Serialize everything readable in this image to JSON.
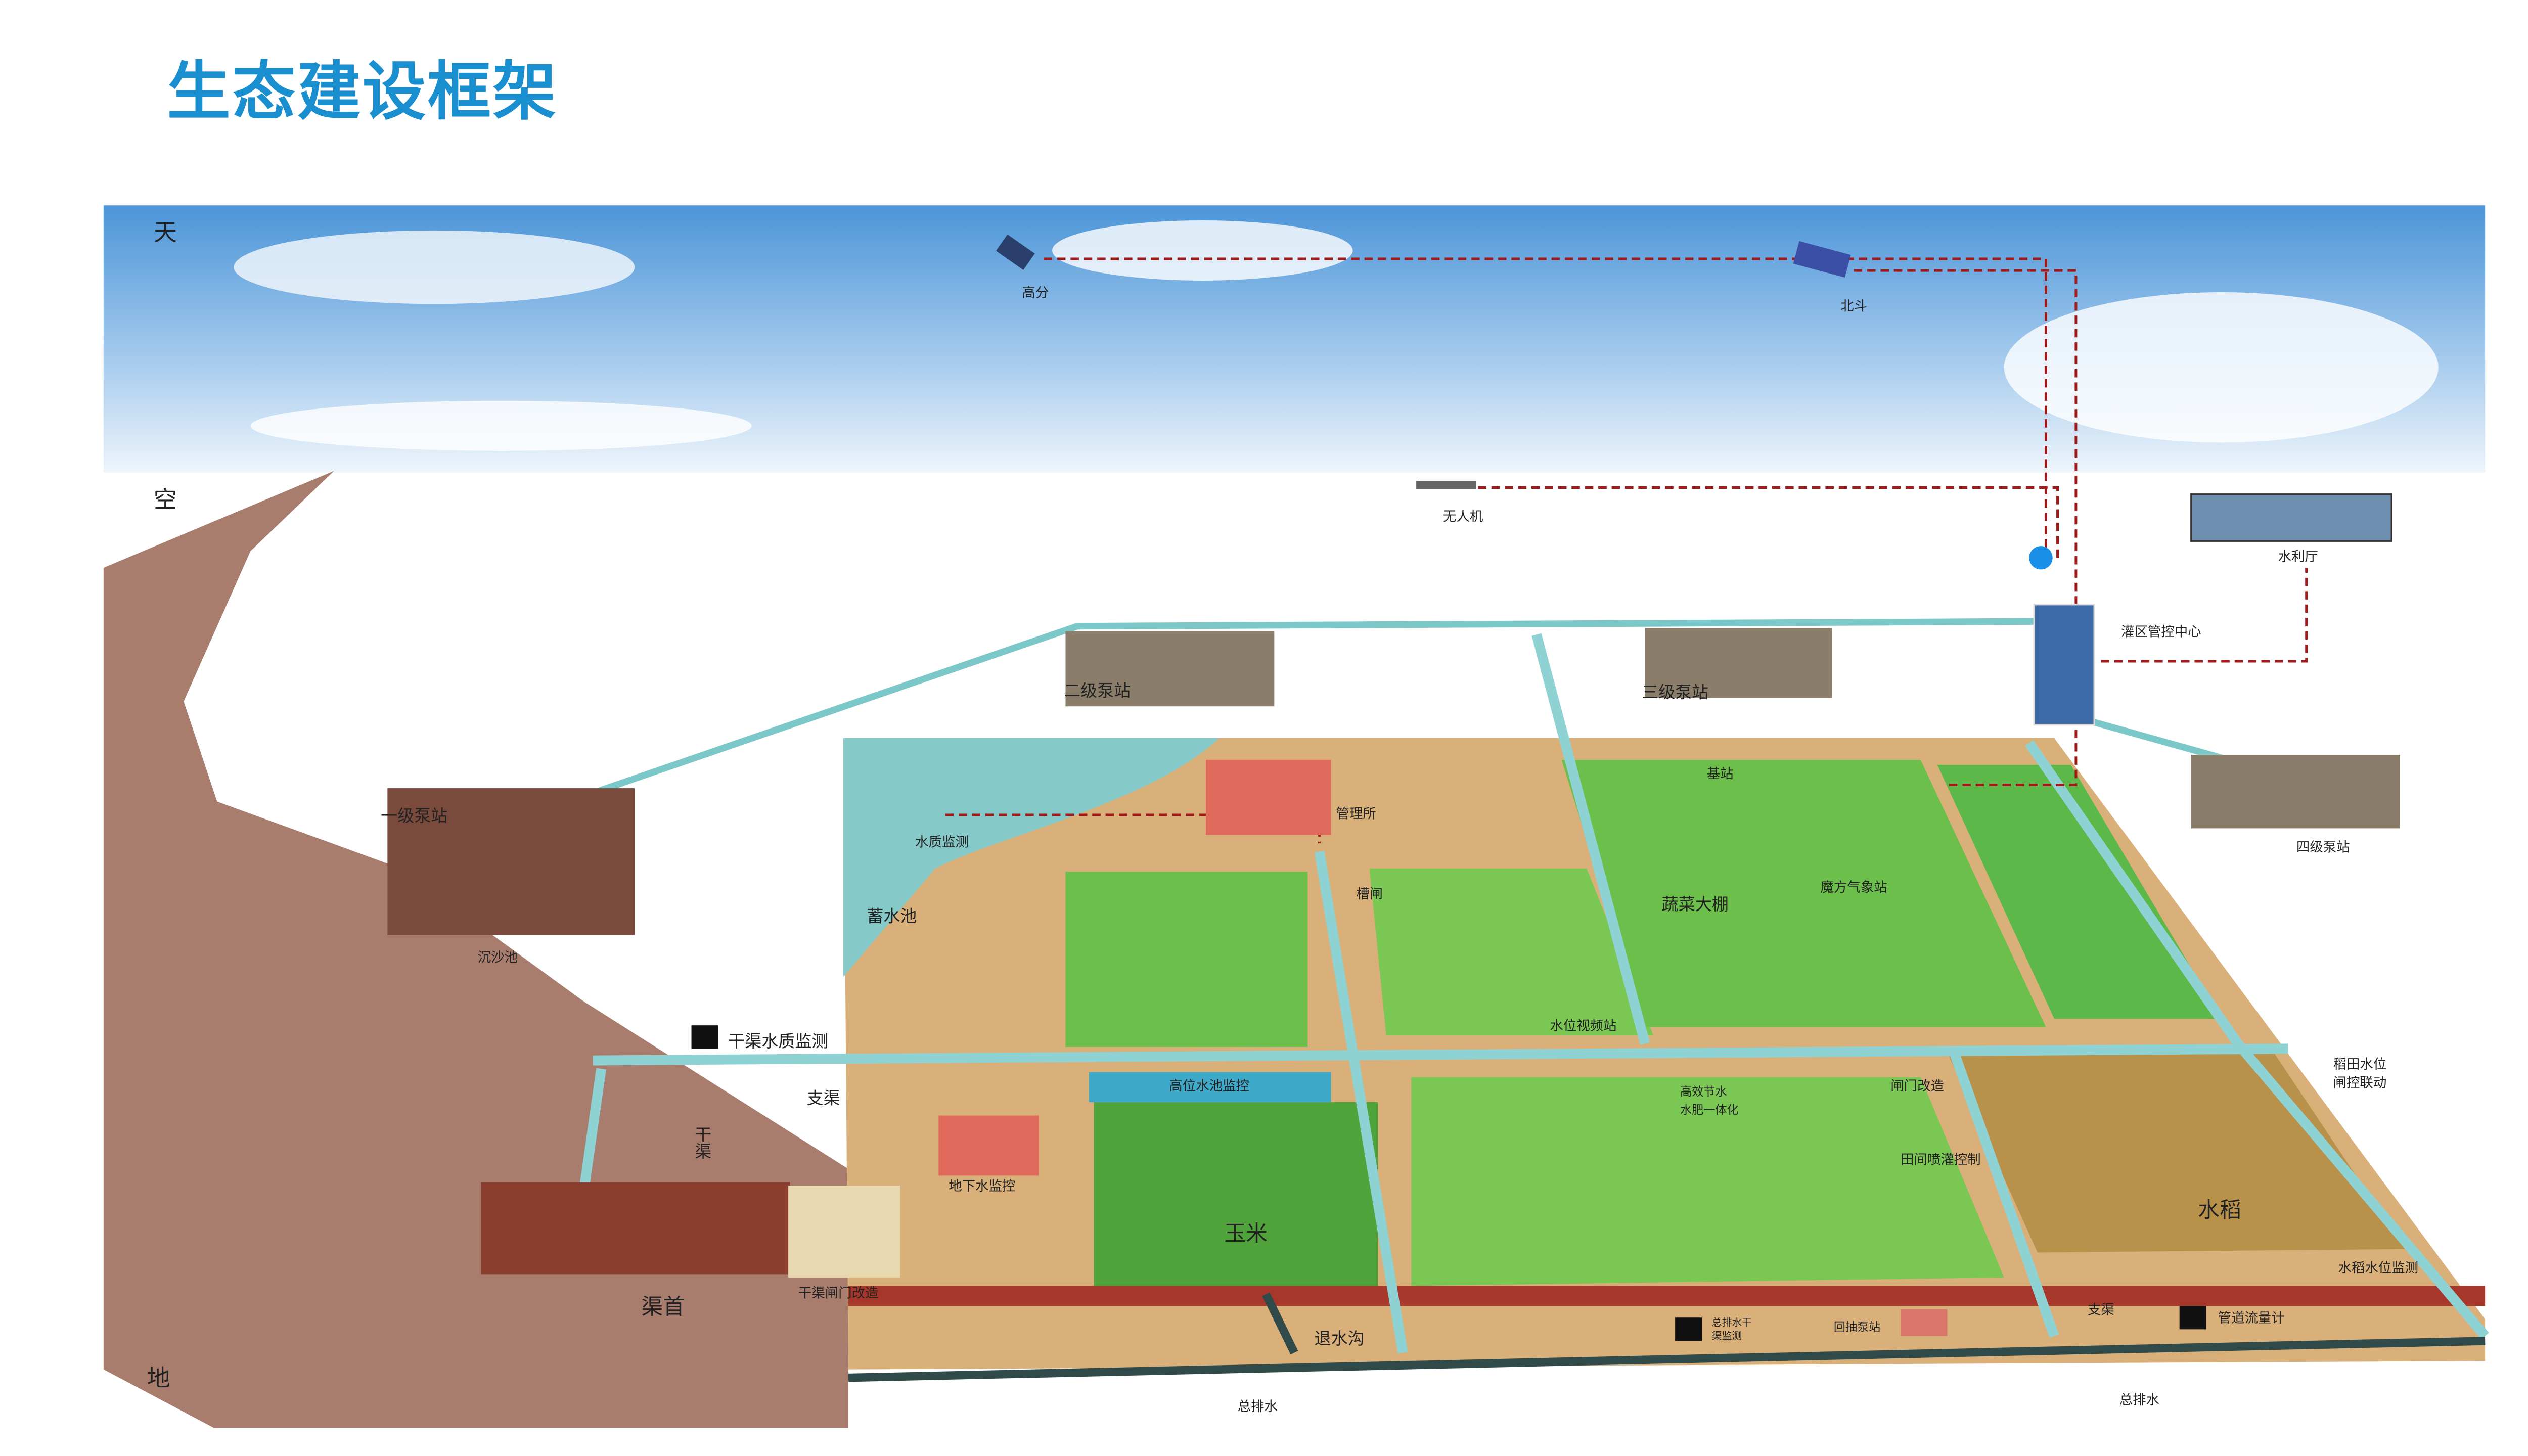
{
  "title": "生态建设框架",
  "layers": {
    "sky": "天",
    "air": "空",
    "ground": "地"
  },
  "space": {
    "satellite_gaofen": "高分",
    "satellite_beidou": "北斗",
    "drone": "无人机"
  },
  "management": {
    "water_dept": "水利厅",
    "control_center": "灌区管控中心"
  },
  "pump_stations": {
    "first": "一级泵站",
    "second": "二级泵站",
    "third": "三级泵站",
    "fourth": "四级泵站"
  },
  "facilities": {
    "sedimentation": "沉沙池",
    "water_quality": "水质监测",
    "management_office": "管理所",
    "reservoir": "蓄水池",
    "slot_gate": "槽闸",
    "base_station": "基站",
    "greenhouse": "蔬菜大棚",
    "weather_station": "魔方气象站",
    "water_level_video": "水位视频站",
    "main_canal_quality": "干渠水质监测",
    "branch_canal": "支渠",
    "main_canal": "干渠",
    "high_pool": "高位水池监控",
    "groundwater": "地下水监控",
    "water_saving_1": "高效节水",
    "water_saving_2": "水肥一体化",
    "gate_renovation": "闸门改造",
    "sprinkler_control": "田间喷灌控制",
    "paddy_gate_1": "稻田水位",
    "paddy_gate_2": "闸控联动",
    "rice": "水稻",
    "corn": "玉米",
    "rice_level": "水稻水位监测",
    "canal_head": "渠首",
    "main_gate_renovation": "干渠闸门改造",
    "drain_ditch": "退水沟",
    "drain_monitor_1": "总排水干",
    "drain_monitor_2": "渠监测",
    "return_pump": "回抽泵站",
    "branch_canal_2": "支渠",
    "pipe_flow": "管道流量计",
    "main_drain_1": "总排水",
    "main_drain_2": "总排水"
  },
  "colors": {
    "title": "#1a8fd0",
    "link": "#a01818",
    "canal": "#7cc8c8",
    "field": "#6cbf4a",
    "soil": "#d9b07a",
    "river": "#a97d6e"
  }
}
